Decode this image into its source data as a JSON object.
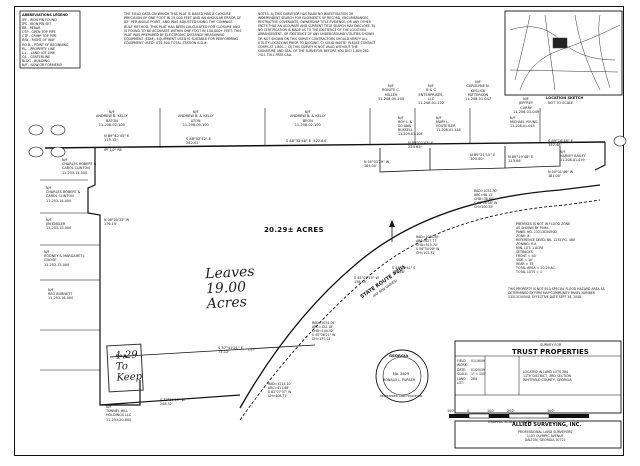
{
  "legend": {
    "title": "ABBREVIATIONS LEGEND",
    "items": [
      "IPF - IRON PIN FOUND",
      "IPS - IRON PIN SET",
      "RB - REBAR",
      "OTP - OPEN TOP PIPE",
      "CTP - CRIMP TOP PIPE",
      "R/W - RIGHT OF WAY",
      "P.O.B. - POINT OF BEGINNING",
      "P.L. - PROPERTY LINE",
      "L.L. - LAND LOT LINE",
      "C/L - CENTERLINE",
      "BLDG - BUILDING",
      "N/F - NOW OR FORMERLY"
    ]
  },
  "field_note": "THE FIELD DATA ON WHICH THIS PLAT IS BASED HAS A CLOSURE PRECISION OF ONE FOOT IN 25,000 FEET AND AN ANGULAR ERROR OF 02\" PER ANGLE POINT, AND WAS ADJUSTED USING THE COMPASS RULE METHOD. THIS PLAT HAS BEEN CALCULATED FOR CLOSURE AND IS FOUND TO BE ACCURATE WITHIN ONE FOOT IN 100,000+ FEET. THIS PLAT WAS PREPARED BY ELECTRONIC DISTANCE MEASURING EQUIPMENT (EDM). EQUIPMENT USED IS SUITABLE FOR PERFORMING EQUIPMENT USED: GTS-300 TOTAL STATION S.D.#.",
  "notes": "NOTES: A) THIS SURVEYOR HAS MADE NO INVESTIGATION OR INDEPENDENT SEARCH FOR EASEMENTS OF RECORD, ENCUMBRANCES, RESTRICTIVE COVENANTS, OWNERSHIP TITLE EVIDENCE, OR ANY OTHER FACTS THAT AN ACCURATE AND CURRENT TITLE SEARCH MAY DISCLOSE. B) NO CERTIFICATION IS MADE AS TO THE EXISTENCE OF THE LOCATION, ARRANGEMENT, OR EXISTENCE OF ANY UNDERGROUND UTILITIES SHOWN OR NOT SHOWN ON THIS SURVEY. CONTRACTORS SHOULD VERIFY ALL UTILITY LOCATIONS PRIOR TO DIGGING. C) SOLID WASTE: PLEASE CONTACT CORPS AT 1-800-... D) THIS SURVEY IS NOT VALID WITHOUT THE SIGNATURE AND SEAL OF THE SURVEYOR. BEFORE YOU DIG! 1-800-282-7411 TOLL FREE CALL",
  "location_sketch": {
    "title": "LOCATION SKETCH",
    "subtitle": "NOT TO SCALE"
  },
  "owners_top": [
    {
      "text": "N/F\nANDREW B. KELLY\nBATON\n11-208-02-100"
    },
    {
      "text": "N/F\nANDREW B. & KELLY\nATON\n11-208-00-100"
    },
    {
      "text": "N/F\nANDREW B. & KELLY\nBEON\n11-208-02-100"
    },
    {
      "text": "N/F\nRONITE C.\nMILLER\n11-208-00-100"
    },
    {
      "text": "N/F\nB & C\nENTERPRISES,\nLLC\n11-208-01-102"
    },
    {
      "text": "N/F\nCAROLYNE N.\nKESLICK\nPATTERSON\n11-208-01-047"
    },
    {
      "text": "N/F\nJEFFREY\nCURRY\n11-206-01-049"
    }
  ],
  "owners_inner": [
    {
      "text": "N/F\nROY L. &\nSO ANN\nRUSSELL\n11-209-01-104"
    },
    {
      "text": "N/F\nMARY L.\nHOSTETLER\n11-208-01-148"
    },
    {
      "text": "N/F\nMICHAEL YOUNG\n11-208-01-045"
    },
    {
      "text": "N/F\nHARVEY BAILEY\n11-208-01-039"
    }
  ],
  "owners_left": [
    {
      "text": "N/F\nCHARLES ROBERT &\nCAROL CLINTON\n11-253-14-000"
    },
    {
      "text": "N/F\nCHARLES ROBERT &\nCAROL CLINTON\n11-253-14-000"
    },
    {
      "text": "N/F\nJIM ENSLER\n11-253-15-000"
    },
    {
      "text": "N/F\nRODNEY & MARGARET J.\nGILOSE\n11-253-15-000"
    },
    {
      "text": "N/F\nREO BURNETT\n11-253-16-000"
    },
    {
      "text": "N/F\nTUNNEL HILL\nHOLDINGS LLC\n11-253-20-000"
    }
  ],
  "bearings": [
    "N 89°42'45\" E\n115.12'",
    "S 88°52'42\" E\n242.01'",
    "S 88°32'48\" E  522.64'",
    "N 89°02'43\" E\n224.63'",
    "N 89°21'15\" E\n100.00'",
    "N 00°03'29\" W\n165.00'",
    "N 89°19'48\" E\n113.08'",
    "S 89°16'48\" E\n197.48'",
    "N 00°01'46\" W\n181.00'",
    "S 37°41'21\" E\n73.12'",
    "S 72°25'15\" W\n248.32'",
    "N 08°00'33\" W\n176.14'"
  ],
  "curves": [
    "RAD=1051.30'\nARC=98.12'\nCHD=38.60'\nS 41°56'38\" W\nCH=100.39'",
    "RAD=1033.65'\nARC=627.77'\nCHD=510.70'\nS 56°34'09\" W\nCH=102.31'",
    "RAD=1031.04'\nARC=122.18'\nCHD=144.52'\nS 45°08'21\" W\nCH=137.02'",
    "RAD=1214.10'\nARC=411.68'\nS 62°07'37\" W\nCH=408.71'"
  ],
  "labels": {
    "pob": "P.O.B.",
    "road": "STATE ROUTE #201",
    "road_sub": "(80' R/W VARIES)",
    "acres": "20.29± ACRES",
    "bearing_mid": "S 44°13'41\" E\n136.48'",
    "bearing_mid2": "S 45°01'15\" W\n138.89'",
    "iron_pin_1": "IPF 1/2\" RB",
    "iron_pin_2": "OTP"
  },
  "right_notes": "PREMISES IS NOT IN FLOOD ZONE\nAS SHOWN BY FEMA\nPANEL NO. 13313C0050D\nZONE: X\nREFERENCE DEED: BK. 1235 PG. 480\nZONING: R-A\nMIN. LOT: 1 ACRE\nSETBACKS:\nFRONT = 40'\nSIDE = 10'\nREAR = 35'\nTOTAL AREA = 20.29 AC.\nTOTAL LOTS = 1",
  "flood_note": "THIS PROPERTY IS NOT IN A SPECIAL FLOOD HAZARD AREA AS DETERMINED BY FIRM MAP COMMUNITY PANEL NUMBER 13313C0050D, EFFECTIVE DATE SEPT 26, 2008.",
  "handwritten": {
    "leaves": "Leaves\n19.00\nAcres",
    "keep": "1.29\nTo\nKeep"
  },
  "seal": {
    "state": "GEORGIA",
    "number": "No. 2629",
    "name": "RONALD L. PURSER",
    "subtitle": "REGISTERED LAND SURVEYOR"
  },
  "title_block": {
    "heading": "SURVEY FOR",
    "client": "TRUST PROPERTIES",
    "rows": [
      [
        "FIELD WORK:",
        "01/16/09",
        "DRAWN BY:",
        "RLP"
      ],
      [
        "DATE:",
        "01/20/09",
        "CHECKED BY:",
        "RLP"
      ],
      [
        "SCALE:",
        "1\" = 100'",
        "JOB NO.:",
        "09-016"
      ],
      [
        "LAND LOT:",
        "284",
        "DISTRICT:",
        "11TH"
      ]
    ],
    "location": "LOCATED IN LAND LOTS 284\n11TH DISTRICT, 3RD SECTION\nWHITFIELD COUNTY, GEORGIA",
    "firm": "ALLIED SURVEYING, INC.",
    "firm_sub": "PROFESSIONAL LAND SURVEYORS\n1103 OLYMPIC AVENUE\nDALTON, GEORGIA 30721"
  },
  "scale_bar": {
    "ticks": [
      "100'",
      "0",
      "100'",
      "200'",
      "300'"
    ],
    "caption": "GRAPHIC SCALE - 100 FEET"
  }
}
